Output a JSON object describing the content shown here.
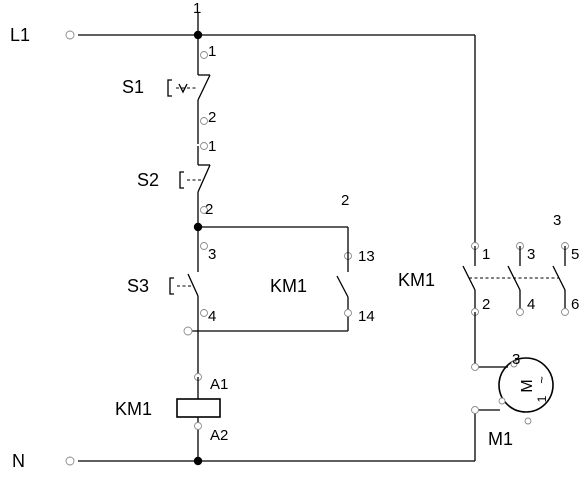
{
  "diagram": {
    "wire_color": "#000000",
    "terminal_color": "#8a8a8a",
    "rails": {
      "line": "L1",
      "neutral": "N"
    },
    "wire_numbers": {
      "top": "1",
      "self_hold": "2",
      "contactor": "3"
    },
    "s1": {
      "name": "S1",
      "pin_top": "1",
      "pin_bottom": "2",
      "type": "emergency-stop-nc"
    },
    "s2": {
      "name": "S2",
      "pin_top": "1",
      "pin_bottom": "2",
      "type": "stop-pushbutton-nc"
    },
    "s3": {
      "name": "S3",
      "pin_top": "3",
      "pin_bottom": "4",
      "type": "start-pushbutton-no"
    },
    "km1_aux": {
      "name": "KM1",
      "pin_top": "13",
      "pin_bottom": "14"
    },
    "km1_coil": {
      "name": "KM1",
      "pin_top": "A1",
      "pin_bottom": "A2"
    },
    "km1_main": {
      "name": "KM1",
      "top_pins": [
        "1",
        "3",
        "5"
      ],
      "bottom_pins": [
        "2",
        "4",
        "6"
      ]
    },
    "motor": {
      "name": "M1",
      "symbol": "M",
      "phase": "1",
      "ac_mark": "~"
    }
  }
}
